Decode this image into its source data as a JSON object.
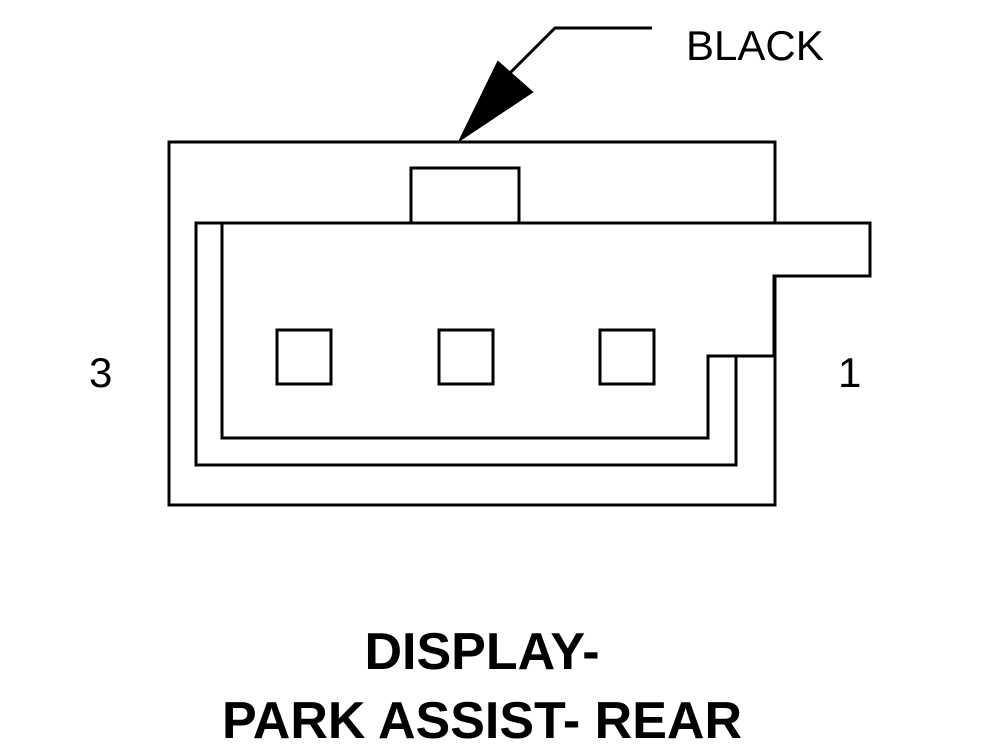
{
  "connector": {
    "color_label": "BLACK",
    "pin_left": "3",
    "pin_right": "1"
  },
  "title": {
    "line1": "DISPLAY-",
    "line2": "PARK ASSIST- REAR"
  },
  "colors": {
    "line": "#000000",
    "background": "#ffffff"
  }
}
